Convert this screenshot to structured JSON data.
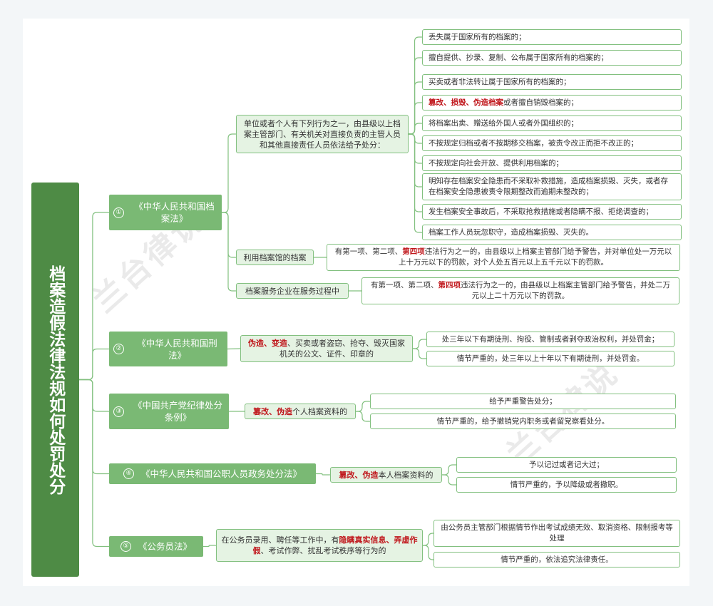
{
  "root": {
    "title": "档案造假法律法规如何处罚处分"
  },
  "watermark": "兰台律说",
  "colors": {
    "root": "#4e8b45",
    "main": "#7ab974",
    "line": "#82c07f",
    "highlight": "#c0161b",
    "mid_fill": "#e5f3e3"
  },
  "branches": [
    {
      "num": "①",
      "title": "《中华人民共和国档案法》",
      "subs": [
        {
          "text": [
            {
              "t": "单位或者个人有下列行为之一，由县级以上档案主管部门、有关机关对直接负责的主管人员和其他直接责任人员依法给予处分："
            }
          ],
          "leaves": [
            [
              {
                "t": "丢失属于国家所有的档案的；"
              }
            ],
            [
              {
                "t": "擅自提供、抄录、复制、公布属于国家所有的档案的；"
              }
            ],
            [
              {
                "t": "买卖或者非法转让属于国家所有的档案的；"
              }
            ],
            [
              {
                "t": "篡改、损毁、伪造档案",
                "hl": true
              },
              {
                "t": "或者擅自销毁档案的；"
              }
            ],
            [
              {
                "t": "将档案出卖、赠送给外国人或者外国组织的；"
              }
            ],
            [
              {
                "t": "不按规定归档或者不按期移交档案，被责令改正而拒不改正的；"
              }
            ],
            [
              {
                "t": "不按规定向社会开放、提供利用档案的；"
              }
            ],
            [
              {
                "t": "明知存在档案安全隐患而不采取补救措施，造成档案损毁、灭失，或者存在档案安全隐患被责令限期整改而逾期未整改的；"
              }
            ],
            [
              {
                "t": "发生档案安全事故后，不采取抢救措施或者隐瞒不报、拒绝调查的；"
              }
            ],
            [
              {
                "t": "档案工作人员玩忽职守，造成档案损毁、灭失的。"
              }
            ]
          ]
        },
        {
          "text": [
            {
              "t": "利用档案馆的档案"
            }
          ],
          "leaves": [
            [
              {
                "t": "有第一项、第二项、"
              },
              {
                "t": "第四项",
                "hl": true
              },
              {
                "t": "违法行为之一的，由县级以上档案主管部门给予警告，并对单位处一万元以上十万元以下的罚款，对个人处五百元以上五千元以下的罚款。"
              }
            ]
          ]
        },
        {
          "text": [
            {
              "t": "档案服务企业在服务过程中"
            }
          ],
          "leaves": [
            [
              {
                "t": "有第一项、第二项、"
              },
              {
                "t": "第四项",
                "hl": true
              },
              {
                "t": "违法行为之一的，由县级以上档案主管部门给予警告，并处二万元以上二十万元以下的罚款。"
              }
            ]
          ]
        }
      ]
    },
    {
      "num": "②",
      "title": "《中华人民共和国刑法》",
      "subs": [
        {
          "text": [
            {
              "t": "伪造、变造",
              "hl": true
            },
            {
              "t": "、买卖或者盗窃、抢夺、毁灭国家机关的公文、证件、印章的"
            }
          ],
          "leaves": [
            [
              {
                "t": "处三年以下有期徒刑、拘役、管制或者剥夺政治权利，并处罚金；"
              }
            ],
            [
              {
                "t": "情节严重的，处三年以上十年以下有期徒刑，并处罚金。"
              }
            ]
          ]
        }
      ]
    },
    {
      "num": "③",
      "title": "《中国共产党纪律处分条例》",
      "subs": [
        {
          "text": [
            {
              "t": "篡改、伪造",
              "hl": true
            },
            {
              "t": "个人档案资料的"
            }
          ],
          "leaves": [
            [
              {
                "t": "给予严重警告处分；"
              }
            ],
            [
              {
                "t": "情节严重的，给予撤销党内职务或者留党察看处分。"
              }
            ]
          ]
        }
      ]
    },
    {
      "num": "④",
      "title": "《中华人民共和国公职人员政务处分法》",
      "subs": [
        {
          "text": [
            {
              "t": "篡改、伪造",
              "hl": true
            },
            {
              "t": "本人档案资料的"
            }
          ],
          "leaves": [
            [
              {
                "t": "予以记过或者记大过；"
              }
            ],
            [
              {
                "t": "情节严重的，予以降级或者撤职。"
              }
            ]
          ]
        }
      ]
    },
    {
      "num": "⑤",
      "title": "《公务员法》",
      "subs": [
        {
          "text": [
            {
              "t": "在公务员录用、聘任等工作中，有"
            },
            {
              "t": "隐瞒真实信息、弄虚作假",
              "hl": true
            },
            {
              "t": "、考试作弊、扰乱考试秩序等行为的"
            }
          ],
          "leaves": [
            [
              {
                "t": "由公务员主管部门根据情节作出考试成绩无效、取消资格、限制报考等处理"
              }
            ],
            [
              {
                "t": "情节严重的，依法追究法律责任。"
              }
            ]
          ]
        }
      ]
    }
  ]
}
